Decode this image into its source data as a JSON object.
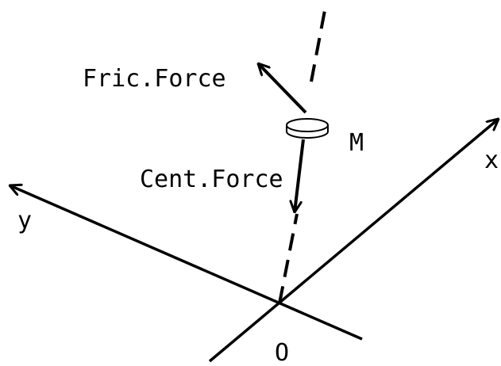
{
  "labels": {
    "friction_force": "Fric.Force",
    "centripetal_force": "Cent.Force",
    "mass": "M",
    "x_axis": "x",
    "y_axis": "y",
    "origin": "O"
  },
  "colors": {
    "stroke": "#000000",
    "background": "#ffffff"
  }
}
